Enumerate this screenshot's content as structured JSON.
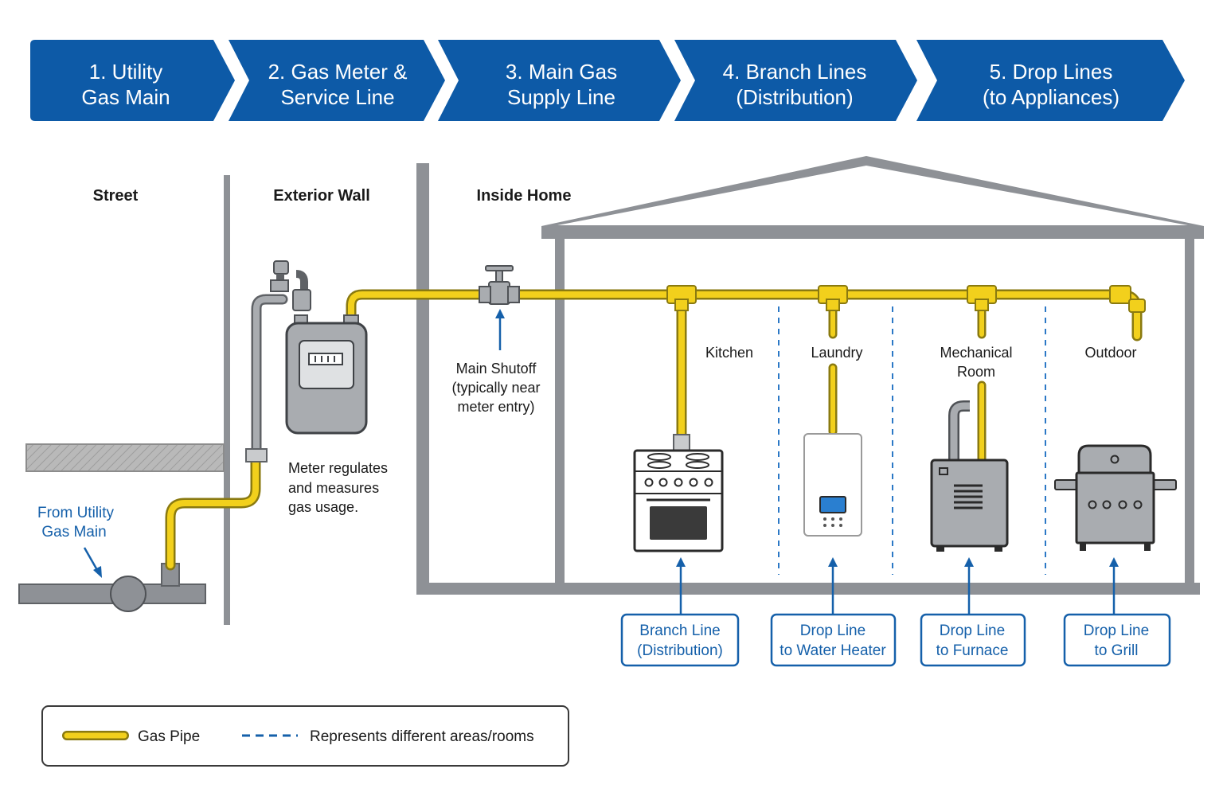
{
  "colors": {
    "step_fill": "#0d5aa7",
    "gas_pipe": "#f2d01c",
    "gas_pipe_edge": "#8a7a10",
    "structure": "#8e9196",
    "accent_blue": "#1560aa"
  },
  "steps": [
    {
      "line1": "1. Utility",
      "line2": "Gas Main"
    },
    {
      "line1": "2. Gas Meter &",
      "line2": "Service Line"
    },
    {
      "line1": "3. Main Gas",
      "line2": "Supply Line"
    },
    {
      "line1": "4. Branch Lines",
      "line2": "(Distribution)"
    },
    {
      "line1": "5. Drop Lines",
      "line2": "(to Appliances)"
    }
  ],
  "zones": {
    "street": "Street",
    "exterior_wall": "Exterior Wall",
    "inside_home": "Inside Home"
  },
  "rooms": {
    "kitchen": "Kitchen",
    "laundry": "Laundry",
    "mechanical": {
      "line1": "Mechanical",
      "line2": "Room"
    },
    "outdoor": "Outdoor"
  },
  "notes": {
    "from_main": {
      "line1": "From Utility",
      "line2": "Gas Main"
    },
    "meter": {
      "line1": "Meter regulates",
      "line2": "and measures",
      "line3": "gas usage."
    },
    "shutoff": {
      "line1": "Main Shutoff",
      "line2": "(typically near",
      "line3": "meter entry)"
    }
  },
  "callouts": [
    {
      "line1": "Branch Line",
      "line2": "(Distribution)"
    },
    {
      "line1": "Drop Line",
      "line2": "to Water Heater"
    },
    {
      "line1": "Drop Line",
      "line2": "to Furnace"
    },
    {
      "line1": "Drop Line",
      "line2": "to Grill"
    }
  ],
  "legend": {
    "gas_pipe": "Gas Pipe",
    "areas": "Represents different areas/rooms"
  },
  "icons": [
    "gas-meter-icon",
    "shutoff-valve-icon",
    "stove-icon",
    "water-heater-icon",
    "furnace-icon",
    "grill-icon"
  ]
}
